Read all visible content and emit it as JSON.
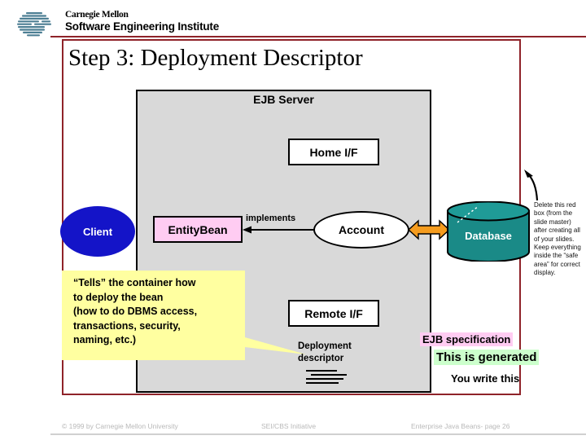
{
  "brand": {
    "line1": "Carnegie Mellon",
    "line2": "Software Engineering Institute",
    "logo_icon": "sei-striped-ellipse-logo-icon"
  },
  "slide": {
    "title": "Step 3: Deployment Descriptor",
    "accent_red": "#8f2329"
  },
  "diagram": {
    "server_label": "EJB Server",
    "server_fill": "#d9d9d9",
    "client": {
      "label": "Client",
      "fill": "#1414c8",
      "text_color": "#ffffff"
    },
    "entity_bean": {
      "label": "EntityBean",
      "fill": "#ffccf2"
    },
    "home_interface": {
      "label": "Home I/F",
      "fill": "#ffffff"
    },
    "remote_interface": {
      "label": "Remote I/F",
      "fill": "#ffffff"
    },
    "account": {
      "label": "Account",
      "fill": "#ffffff"
    },
    "implements_edge": {
      "label": "implements",
      "direction": "account-to-entitybean"
    },
    "db_edge": {
      "color": "#f59c1e",
      "direction": "bidirectional"
    },
    "database": {
      "label": "Database",
      "fill": "#1a8a87",
      "text_color": "#ffffff"
    },
    "deployment_descriptor": {
      "line1": "Deployment",
      "line2": "descriptor"
    }
  },
  "callout": {
    "fill": "#ffffa0",
    "line1": "“Tells” the container how",
    "line2": "to deploy the bean",
    "line3": "(how to do DBMS access,",
    "line4": "transactions, security,",
    "line5": "naming, etc.)"
  },
  "legend": {
    "spec": "EJB specification",
    "spec_color": "#ffccf2",
    "generated": "This is generated",
    "generated_color": "#ccffcc",
    "written": "You write this"
  },
  "margin_note": {
    "text": "Delete this red box (from the slide master) after creating all of your slides. Keep everything inside the “safe area” for correct display.",
    "arrow_icon": "curved-up-left-arrow-icon"
  },
  "footer": {
    "copyright": "© 1999 by Carnegie Mellon University",
    "center": "SEI/CBS Initiative",
    "right": "Enterprise Java Beans- page 26"
  }
}
